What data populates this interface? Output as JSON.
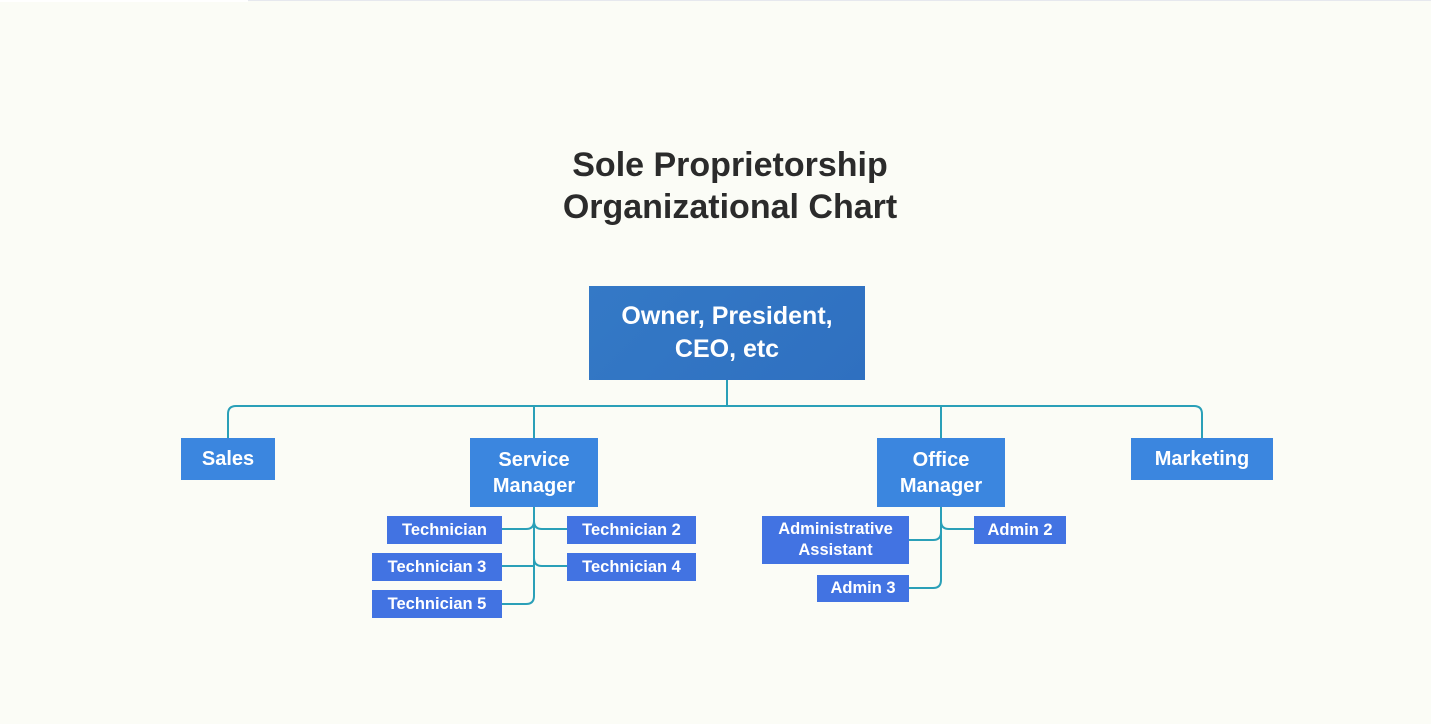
{
  "title": {
    "line1": "Sole Proprietorship",
    "line2": "Organizational Chart"
  },
  "colors": {
    "background": "#fbfcf6",
    "root_box": "#3276c4",
    "department_box": "#3b86df",
    "staff_box": "#4273e2",
    "connector": "#2aa0b8",
    "title_text": "#2b2b2b"
  },
  "nodes": {
    "owner": {
      "line1": "Owner, President,",
      "line2": "CEO, etc"
    },
    "sales": {
      "label": "Sales"
    },
    "service_manager": {
      "line1": "Service",
      "line2": "Manager"
    },
    "office_manager": {
      "line1": "Office",
      "line2": "Manager"
    },
    "marketing": {
      "label": "Marketing"
    },
    "technician": {
      "label": "Technician"
    },
    "technician_2": {
      "label": "Technician 2"
    },
    "technician_3": {
      "label": "Technician 3"
    },
    "technician_4": {
      "label": "Technician 4"
    },
    "technician_5": {
      "label": "Technician 5"
    },
    "administrative_assistant": {
      "line1": "Administrative",
      "line2": "Assistant"
    },
    "admin_2": {
      "label": "Admin 2"
    },
    "admin_3": {
      "label": "Admin 3"
    }
  },
  "hierarchy": [
    {
      "from": "owner",
      "to": [
        "sales",
        "service_manager",
        "office_manager",
        "marketing"
      ]
    },
    {
      "from": "service_manager",
      "to": [
        "technician",
        "technician_2",
        "technician_3",
        "technician_4",
        "technician_5"
      ]
    },
    {
      "from": "office_manager",
      "to": [
        "administrative_assistant",
        "admin_2",
        "admin_3"
      ]
    }
  ]
}
